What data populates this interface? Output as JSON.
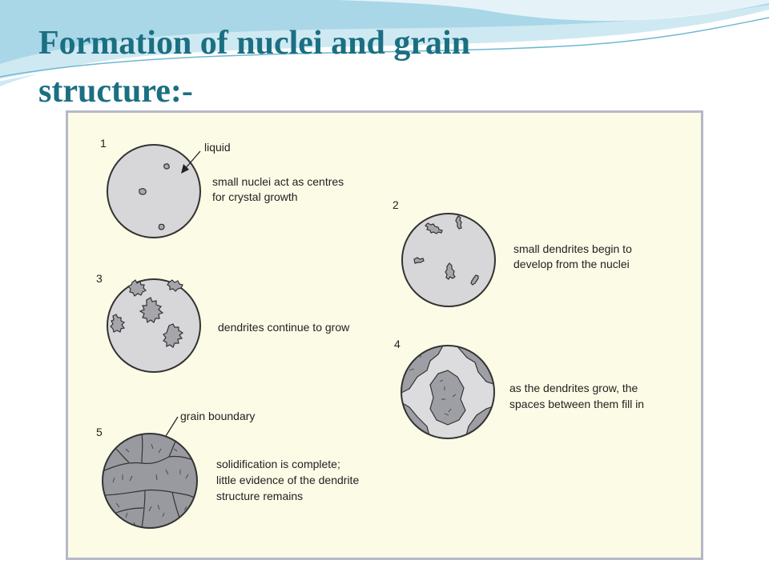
{
  "slide": {
    "title_line1": "Formation of nuclei and grain",
    "title_line2": "structure:-"
  },
  "colors": {
    "title": "#1b6f82",
    "panel_bg": "#fcfbe6",
    "panel_border": "#b6b8c9",
    "liquid": "#d7d7da",
    "solid": "#999aa0"
  },
  "diagram": {
    "stages": [
      {
        "number": "1",
        "text": [
          "small nuclei act as centres",
          "for crystal growth"
        ],
        "callout": "liquid"
      },
      {
        "number": "2",
        "text": [
          "small dendrites begin to",
          "develop from the nuclei"
        ]
      },
      {
        "number": "3",
        "text": [
          "dendrites continue to grow"
        ]
      },
      {
        "number": "4",
        "text": [
          "as the dendrites grow, the",
          "spaces between them fill in"
        ]
      },
      {
        "number": "5",
        "text": [
          "solidification is complete;",
          "little evidence of the dendrite",
          "structure remains"
        ],
        "callout": "grain boundary"
      }
    ]
  }
}
